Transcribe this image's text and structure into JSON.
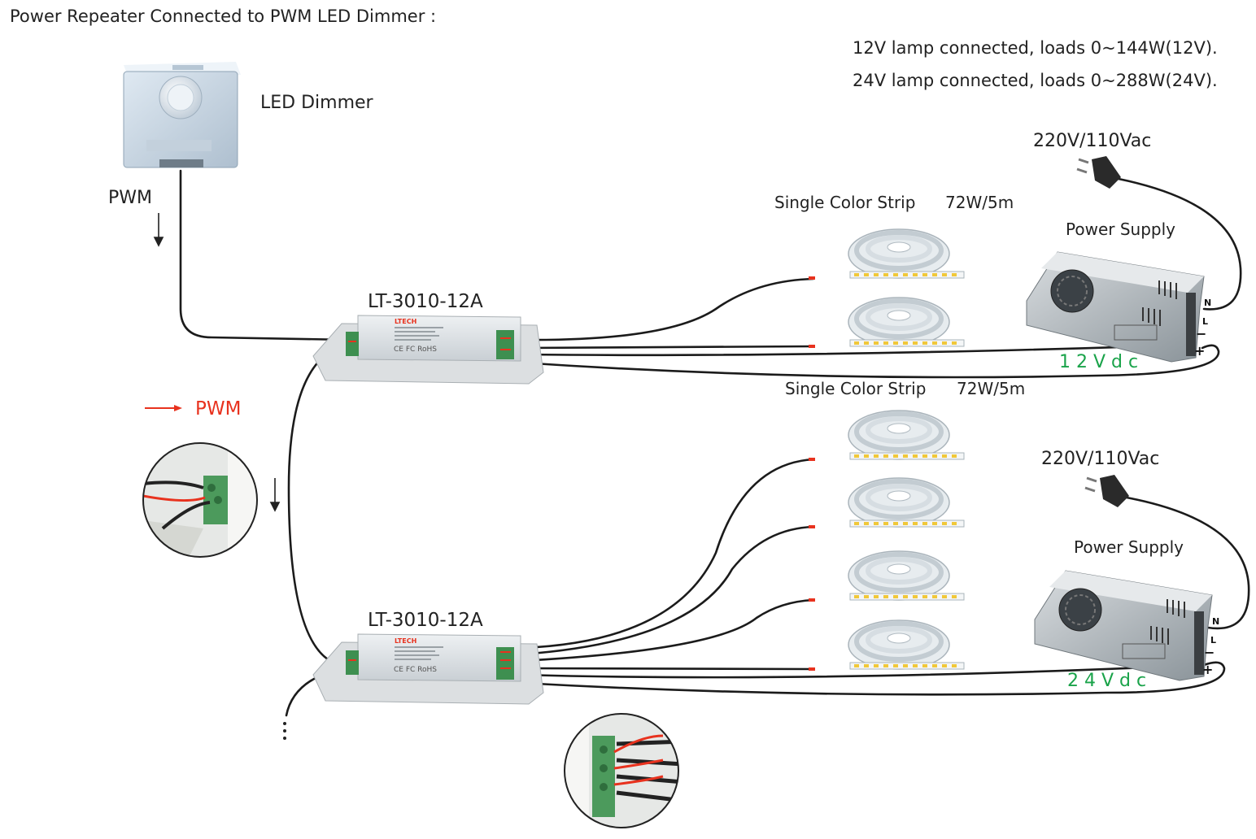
{
  "title": "Power Repeater Connected to PWM LED Dimmer :",
  "notes": {
    "line1": "12V lamp connected, loads 0~144W(12V).",
    "line2": "24V lamp connected, loads 0~288W(24V)."
  },
  "dimmer": {
    "label": "LED Dimmer",
    "signal": "PWM"
  },
  "legend": {
    "pwm": "PWM"
  },
  "repeaters": [
    {
      "model": "LT-3010-12A",
      "brand": "LTECH",
      "cert": "CE FC RoHS"
    },
    {
      "model": "LT-3010-12A",
      "brand": "LTECH",
      "cert": "CE FC RoHS"
    }
  ],
  "strip_group_1": {
    "name": "Single Color Strip",
    "power": "72W/5m"
  },
  "strip_group_2": {
    "name": "Single Color Strip",
    "power": "72W/5m"
  },
  "supplies": [
    {
      "ac": "220V/110Vac",
      "label": "Power Supply",
      "output": "1 2 V d c",
      "terminals": {
        "n": "N",
        "l": "L",
        "minus": "−",
        "plus": "+"
      }
    },
    {
      "ac": "220V/110Vac",
      "label": "Power Supply",
      "output": "2 4 V d c",
      "terminals": {
        "n": "N",
        "l": "L",
        "minus": "−",
        "plus": "+"
      }
    }
  ],
  "colors": {
    "pwm": "#e8321e",
    "dc": "#1aa34a",
    "wire": "#1b1b1b"
  }
}
